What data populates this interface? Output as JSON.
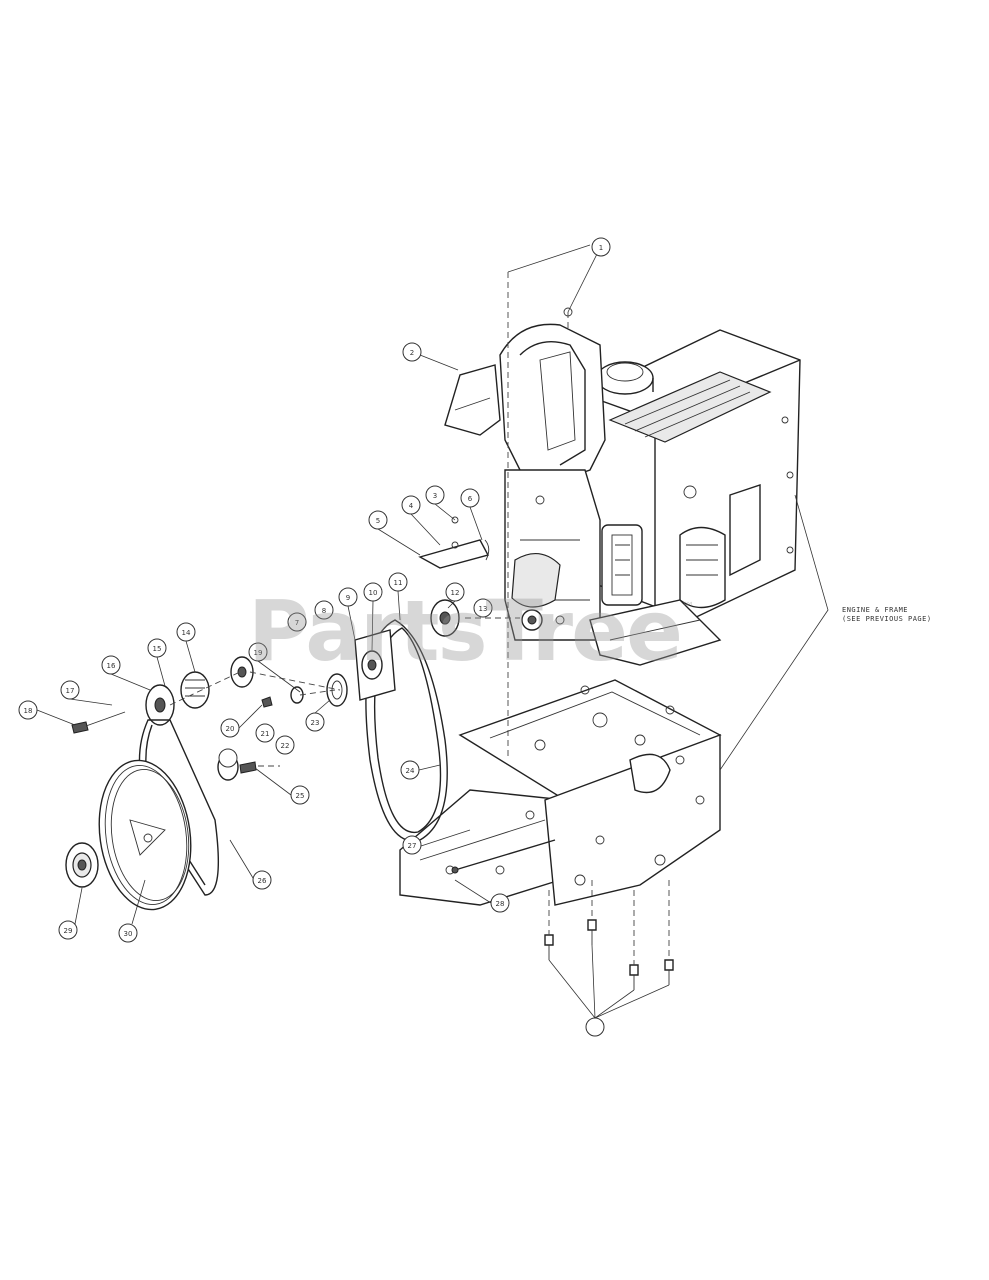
{
  "watermark": {
    "text": "PartsTree",
    "mark": "™"
  },
  "frame_note": {
    "line1": "ENGINE & FRAME",
    "line2": "(SEE PREVIOUS PAGE)"
  },
  "callouts": [
    "1",
    "2",
    "3",
    "4",
    "5",
    "6",
    "7",
    "8",
    "9",
    "10",
    "11",
    "12",
    "13",
    "14",
    "15",
    "16",
    "17",
    "18",
    "19",
    "20",
    "21",
    "22",
    "23",
    "24",
    "25",
    "26",
    "27",
    "28",
    "29",
    "30"
  ]
}
